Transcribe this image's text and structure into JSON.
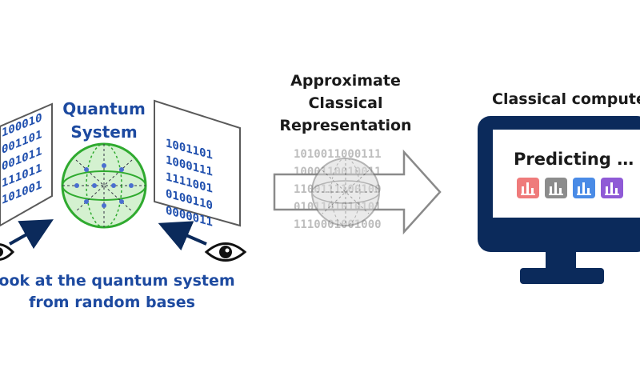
{
  "colors": {
    "navy": "#0b2a5b",
    "text_blue": "#1d4aa0",
    "bits_blue": "#1f4fae",
    "sphere_green": "#2faa2f",
    "sphere_fill": "#d4f1d0",
    "gray_text": "#bdbdbd",
    "gray_arrow": "#8a8a8a",
    "icon_red": "#ef7b7b",
    "icon_gray": "#8c8c8c",
    "icon_blue": "#4a8be6",
    "icon_purple": "#8f5ad6"
  },
  "quantum": {
    "title_line1": "Quantum",
    "title_line2": "System"
  },
  "left_panel_bits": [
    "100010",
    "001101",
    "001011",
    "111011",
    "101001"
  ],
  "right_panel_bits": [
    "1001101",
    "1000111",
    "1111001",
    "0100110",
    "0000011"
  ],
  "caption": {
    "line1": "Look at the quantum system",
    "line2": "from random bases"
  },
  "approx": {
    "line1": "Approximate",
    "line2": "Classical",
    "line3": "Representation",
    "bits": [
      "1010011000111",
      "1000110010011",
      "1100111100100",
      "0101101010101",
      "1110001001000"
    ]
  },
  "computer": {
    "title": "Classical computer",
    "screen_text": "Predicting …",
    "icons": [
      "chart-icon-red",
      "chart-icon-gray",
      "chart-icon-blue",
      "chart-icon-purple"
    ]
  }
}
